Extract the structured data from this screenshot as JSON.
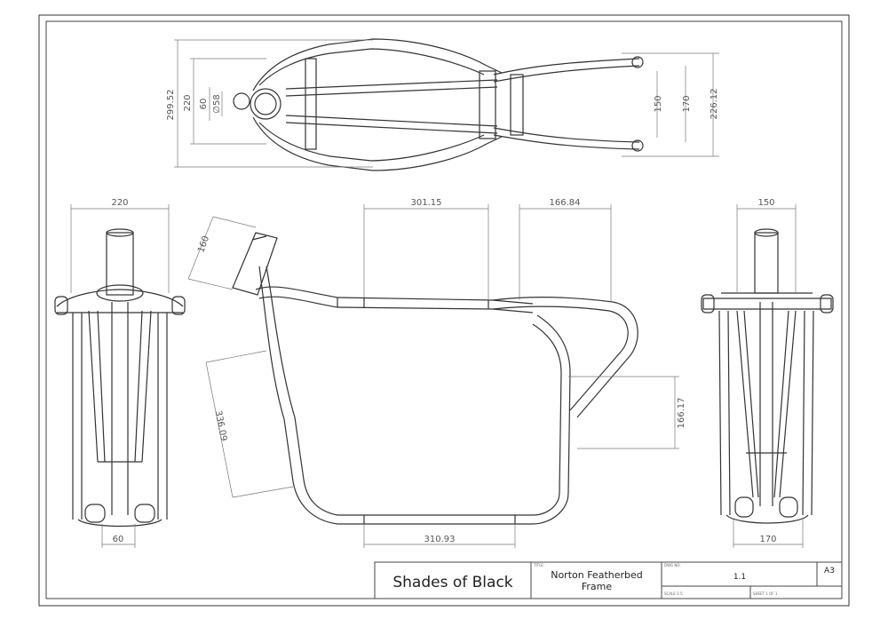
{
  "drawing": {
    "dimensions": {
      "top_overall_width": "299.52",
      "top_front_width": "220",
      "top_neck_width": "60",
      "top_neck_diameter": "∅58",
      "top_rear_inner": "150",
      "top_rear_mid": "170",
      "top_rear_outer": "226.12",
      "front_width": "220",
      "front_bottom": "60",
      "side_headstock": "160",
      "side_top_rail": "301.15",
      "side_rear_top": "166.84",
      "side_front_down": "336.09",
      "side_rear_height": "166.17",
      "side_bottom": "310.93",
      "rear_width_top": "150",
      "rear_width_bottom": "170"
    }
  },
  "title_block": {
    "company": "Shades of Black",
    "title_label": "TITLE:",
    "title_line1": "Norton Featherbed",
    "title_line2": "Frame",
    "dwg_label": "DWG NO.",
    "dwg_no": "1.1",
    "size": "A3",
    "scale_label": "SCALE:1:5",
    "sheet_label": "SHEET 1 OF 1"
  }
}
